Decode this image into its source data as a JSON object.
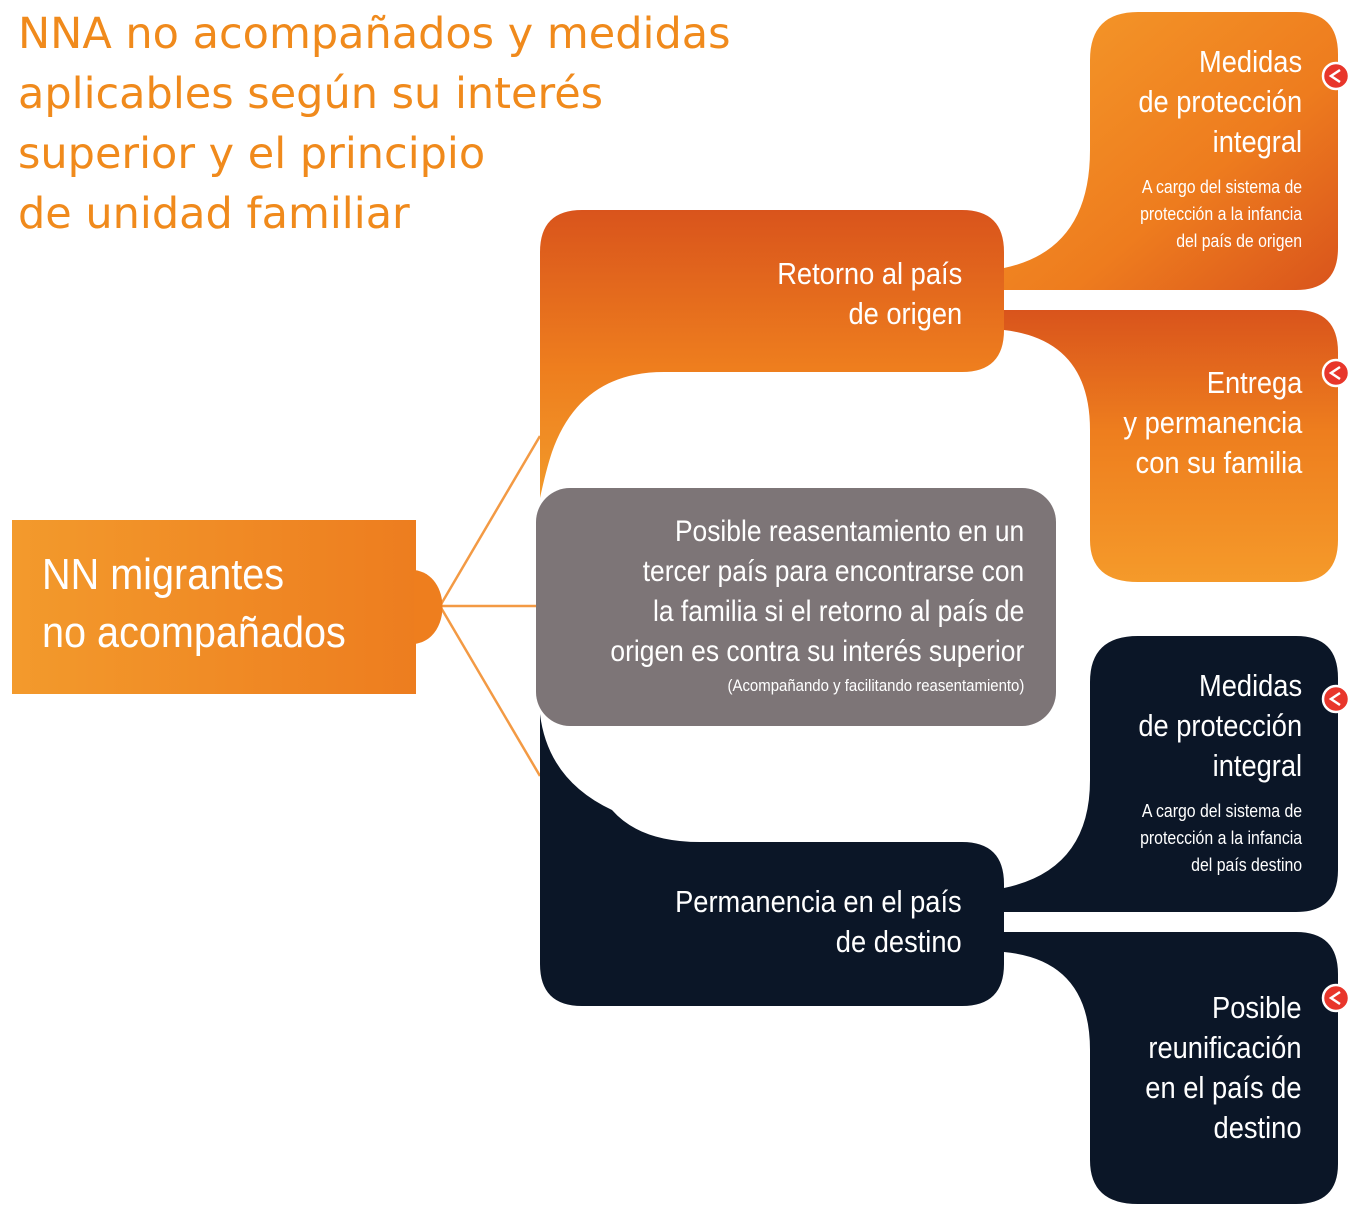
{
  "title": {
    "lines": [
      "NNA no acompañados y medidas",
      "aplicables según su interés",
      "superior y el principio",
      "de unidad familiar"
    ]
  },
  "root": {
    "lines": [
      "NN migrantes",
      "no acompañados"
    ]
  },
  "branches": {
    "retorno": {
      "lines": [
        "Retorno al país",
        "de origen"
      ]
    },
    "reasentamiento": {
      "lines": [
        "Posible reasentamiento en un",
        "tercer país para encontrarse con",
        "la familia si el retorno al país de",
        "origen es contra su interés superior"
      ],
      "note": "(Acompañando y facilitando reasentamiento)"
    },
    "permanencia": {
      "lines": [
        "Permanencia en el país",
        "de destino"
      ]
    }
  },
  "leaves": {
    "medidas_origen": {
      "lines": [
        "Medidas",
        "de protección",
        "integral"
      ],
      "sub": [
        "A cargo del sistema de",
        "protección a la infancia",
        "del país de origen"
      ]
    },
    "entrega": {
      "lines": [
        "Entrega",
        "y permanencia",
        "con su familia"
      ]
    },
    "medidas_destino": {
      "lines": [
        "Medidas",
        "de protección",
        "integral"
      ],
      "sub": [
        "A cargo del sistema de",
        "protección a la infancia",
        "del país destino"
      ]
    },
    "reunificacion": {
      "lines": [
        "Posible",
        "reunificación",
        "en el país de",
        "destino"
      ]
    }
  },
  "markers": {
    "glyph": "<"
  },
  "colors": {
    "title": "#f08a1c",
    "orange": "#ee7e1e",
    "orange_dark": "#d9541c",
    "gray": "#7d7577",
    "navy": "#0b1627",
    "marker": "#e8362b",
    "connector": "#f39a44"
  }
}
